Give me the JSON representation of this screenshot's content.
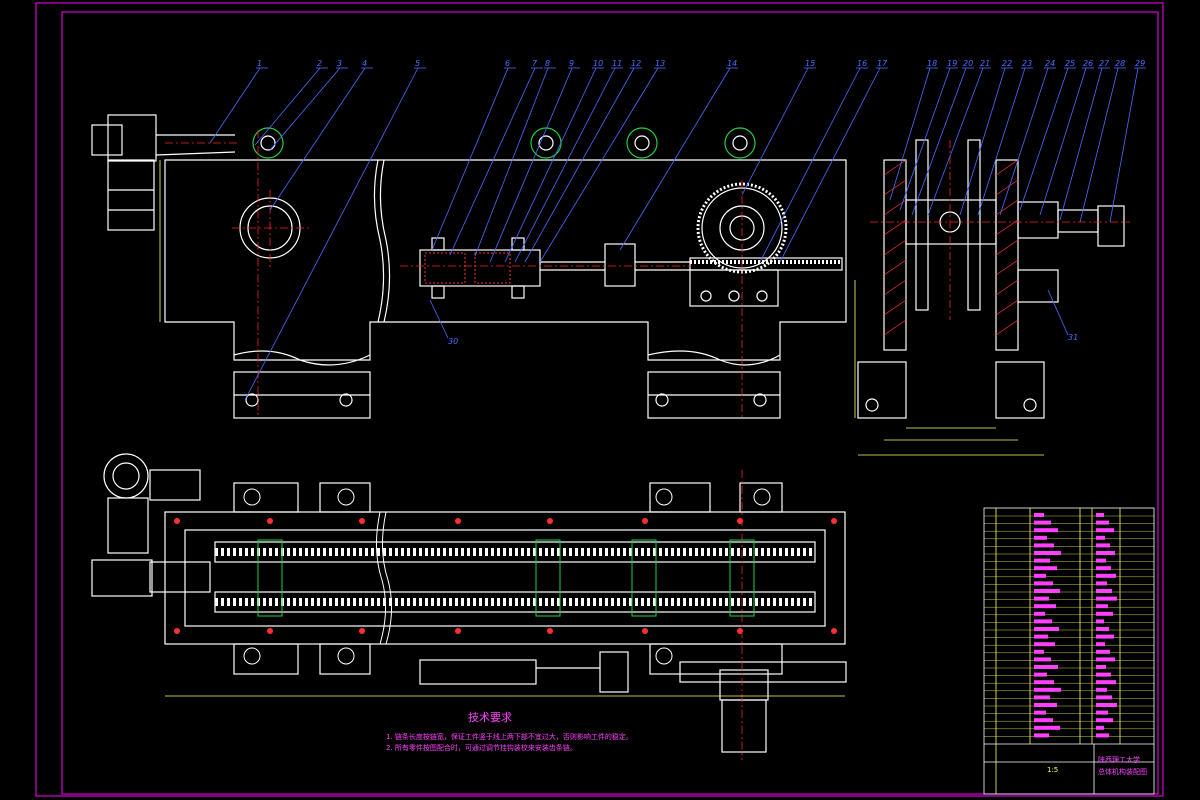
{
  "drawing": {
    "technical_requirements_title": "技术要求",
    "note_1": "1. 链条长度按链宽，保证工件竖于线上两下部不宜过大，否则影响工件的稳定。",
    "note_2": "2. 所有零件按图配合时，可通过调节挂钩装校来安装齿条链。",
    "title_block": {
      "school": "陕西理工大学",
      "drawing_name": "总体机构装配图",
      "scale": "1:5"
    },
    "part_labels": [
      "1",
      "2",
      "3",
      "4",
      "5",
      "6",
      "7",
      "8",
      "9",
      "10",
      "11",
      "12",
      "13",
      "14",
      "15",
      "16",
      "17",
      "18",
      "19",
      "20",
      "21",
      "22",
      "23",
      "24",
      "25",
      "26",
      "27",
      "28",
      "29"
    ],
    "balloon_30": "30",
    "balloon_31": "31"
  },
  "colors": {
    "background": "#000000",
    "border": "#ff00ff",
    "outline": "#ffffff",
    "leader": "#4a6bff",
    "centerline": "#ff2020",
    "dimension": "#ffff60",
    "hatch": "#ff3030",
    "green": "#20d040"
  }
}
